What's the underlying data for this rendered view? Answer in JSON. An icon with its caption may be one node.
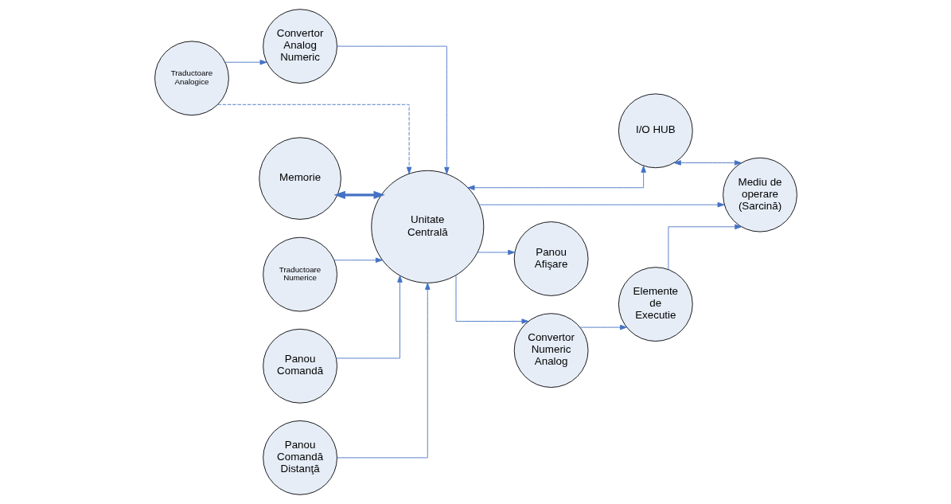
{
  "diagram": {
    "nodes": [
      {
        "text": [
          "I/O HUB"
        ]
      },
      {
        "text": [
          "Traductoare Analogice"
        ]
      },
      {
        "text": [
          "Convertor Analog Numeric"
        ]
      },
      {
        "text": [
          "Mediu de operare (Sarcină)"
        ]
      },
      {
        "text": [
          "Memorie"
        ]
      },
      {
        "text": [
          "Unitate Centrală"
        ]
      },
      {
        "text": [
          "Traductoare Numerice"
        ]
      },
      {
        "text": [
          "Elemente de Executie"
        ]
      },
      {
        "text": [
          "Panou Comandă"
        ]
      },
      {
        "text": [
          "Panou Comandă Distanţă"
        ]
      },
      {
        "text": [
          "Panou Afişare"
        ]
      },
      {
        "text": [
          "Convertor Numeric Analog"
        ]
      }
    ],
    "edges": [
      {
        "from": 5,
        "to": 0,
        "arrow": "both"
      },
      {
        "from": 0,
        "to": 3,
        "arrow": "both"
      },
      {
        "from": 1,
        "to": 2,
        "arrow": "to"
      },
      {
        "from": 2,
        "to": 5,
        "arrow": "to"
      },
      {
        "from": 1,
        "to": 5,
        "arrow": "to",
        "style": "dashed"
      },
      {
        "from": 4,
        "to": 5,
        "arrow": "both",
        "style": "thick"
      },
      {
        "from": 5,
        "to": 3,
        "arrow": "to"
      },
      {
        "from": 6,
        "to": 5,
        "arrow": "to"
      },
      {
        "from": 8,
        "to": 5,
        "arrow": "to"
      },
      {
        "from": 9,
        "to": 5,
        "arrow": "to"
      },
      {
        "from": 5,
        "to": 10,
        "arrow": "to"
      },
      {
        "from": 5,
        "to": 11,
        "arrow": "to"
      },
      {
        "from": 11,
        "to": 7,
        "arrow": "to"
      },
      {
        "from": 7,
        "to": 3,
        "arrow": "to"
      }
    ]
  }
}
